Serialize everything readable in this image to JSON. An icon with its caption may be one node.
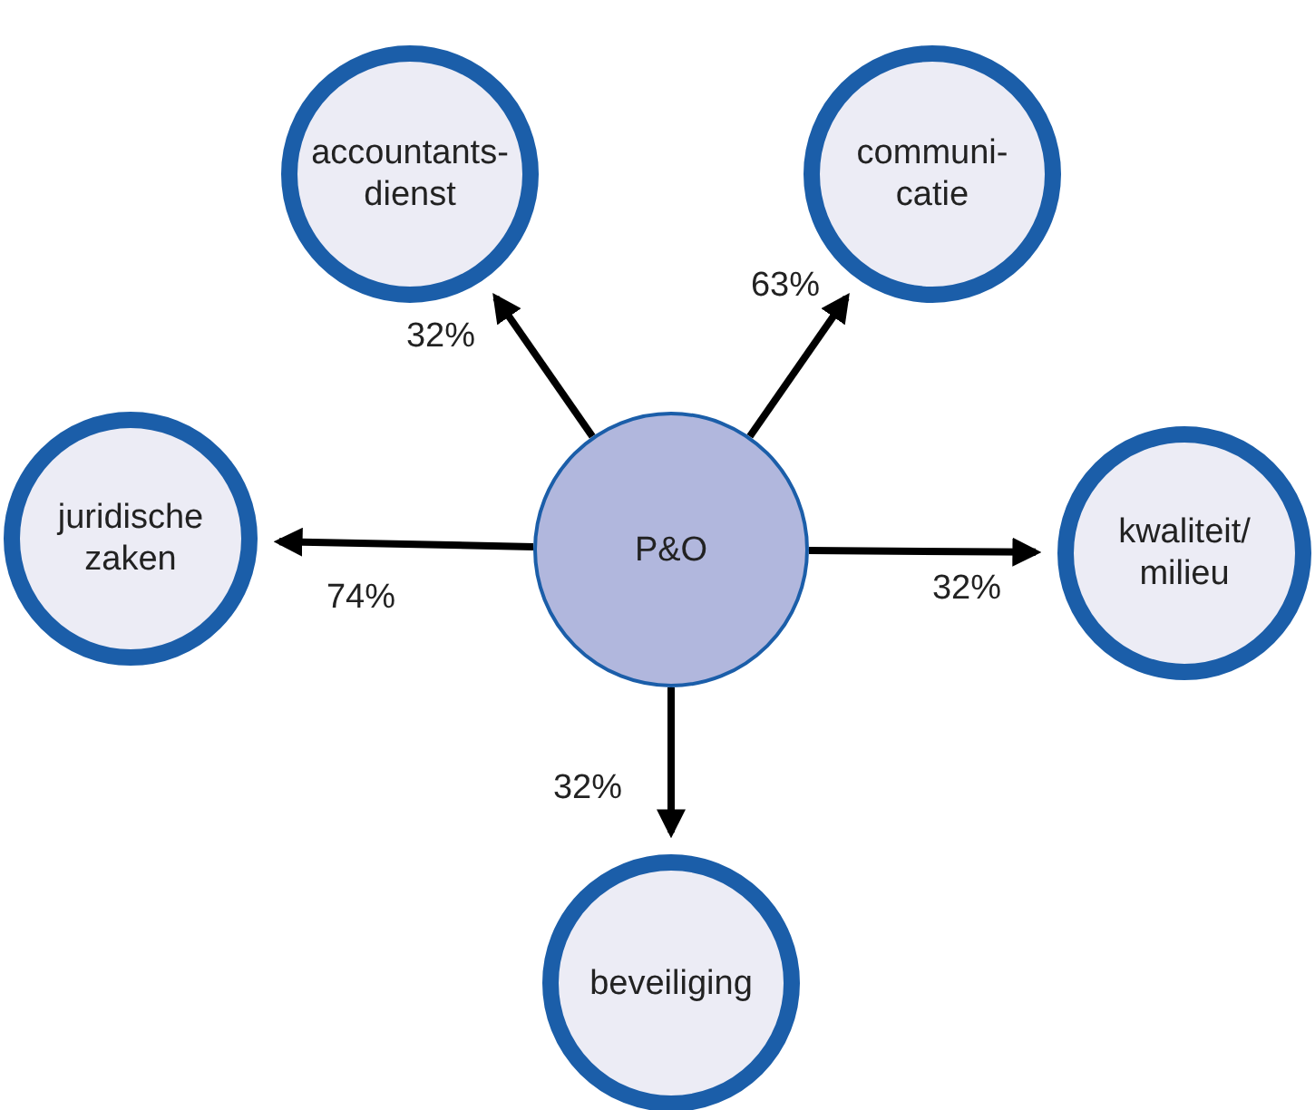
{
  "diagram": {
    "nodes": [
      {
        "text": [
          "accountants- dienst"
        ]
      },
      {
        "text": [
          "communi- catie"
        ]
      },
      {
        "text": [
          "juridische zaken"
        ]
      },
      {
        "text": [
          "P&O"
        ]
      },
      {
        "text": [
          "kwaliteit/ milieu"
        ]
      },
      {
        "text": [
          "beveiliging"
        ]
      }
    ],
    "edges": [
      {
        "from": 3,
        "to": 0,
        "arrow": "to",
        "label": "32%"
      },
      {
        "from": 3,
        "to": 1,
        "arrow": "to",
        "label": "63%"
      },
      {
        "from": 3,
        "to": 2,
        "arrow": "to",
        "label": "74%"
      },
      {
        "from": 3,
        "to": 4,
        "arrow": "to",
        "label": "32%"
      },
      {
        "from": 3,
        "to": 5,
        "arrow": "to",
        "label": "32%"
      }
    ]
  }
}
